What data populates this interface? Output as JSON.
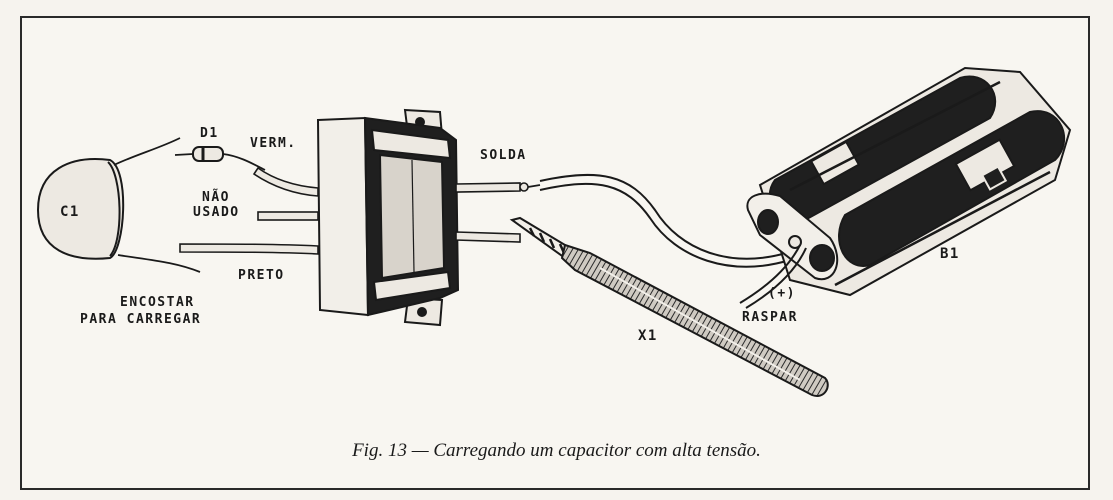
{
  "labels": {
    "d1": "D1",
    "verm": "VERM.",
    "solda": "SOLDA",
    "c1": "C1",
    "nao": "NÃO",
    "usado": "USADO",
    "preto": "PRETO",
    "encostar": "ENCOSTAR",
    "para_carregar": "PARA CARREGAR",
    "b1": "B1",
    "plus": "(+)",
    "raspar": "RASPAR",
    "x1": "X1"
  },
  "caption": "Fig. 13 — Carregando um capacitor com alta tensão."
}
